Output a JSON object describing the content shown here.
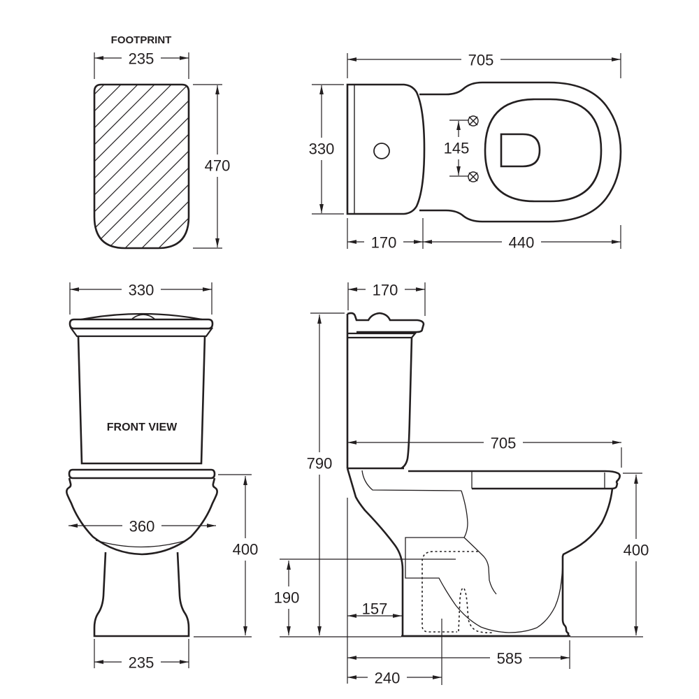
{
  "style": {
    "background": "#ffffff",
    "line_color": "#231f20"
  },
  "views": {
    "footprint": {
      "title": "FOOTPRINT",
      "dims": {
        "width": "235",
        "height": "470"
      }
    },
    "plan": {
      "dims": {
        "overall_length": "705",
        "cistern_width": "330",
        "hinge_centres": "145",
        "cistern_depth": "170",
        "pan_length": "440"
      }
    },
    "front": {
      "title": "FRONT VIEW",
      "dims": {
        "cistern_width": "330",
        "bowl_width": "360",
        "height": "400",
        "base_width": "235"
      }
    },
    "side": {
      "dims": {
        "cistern_depth": "170",
        "overall_height": "790",
        "overall_depth": "705",
        "rim_height": "400",
        "trap_height": "190",
        "trap_setout": "157",
        "base_depth": "585",
        "outlet_setout": "240"
      }
    }
  }
}
